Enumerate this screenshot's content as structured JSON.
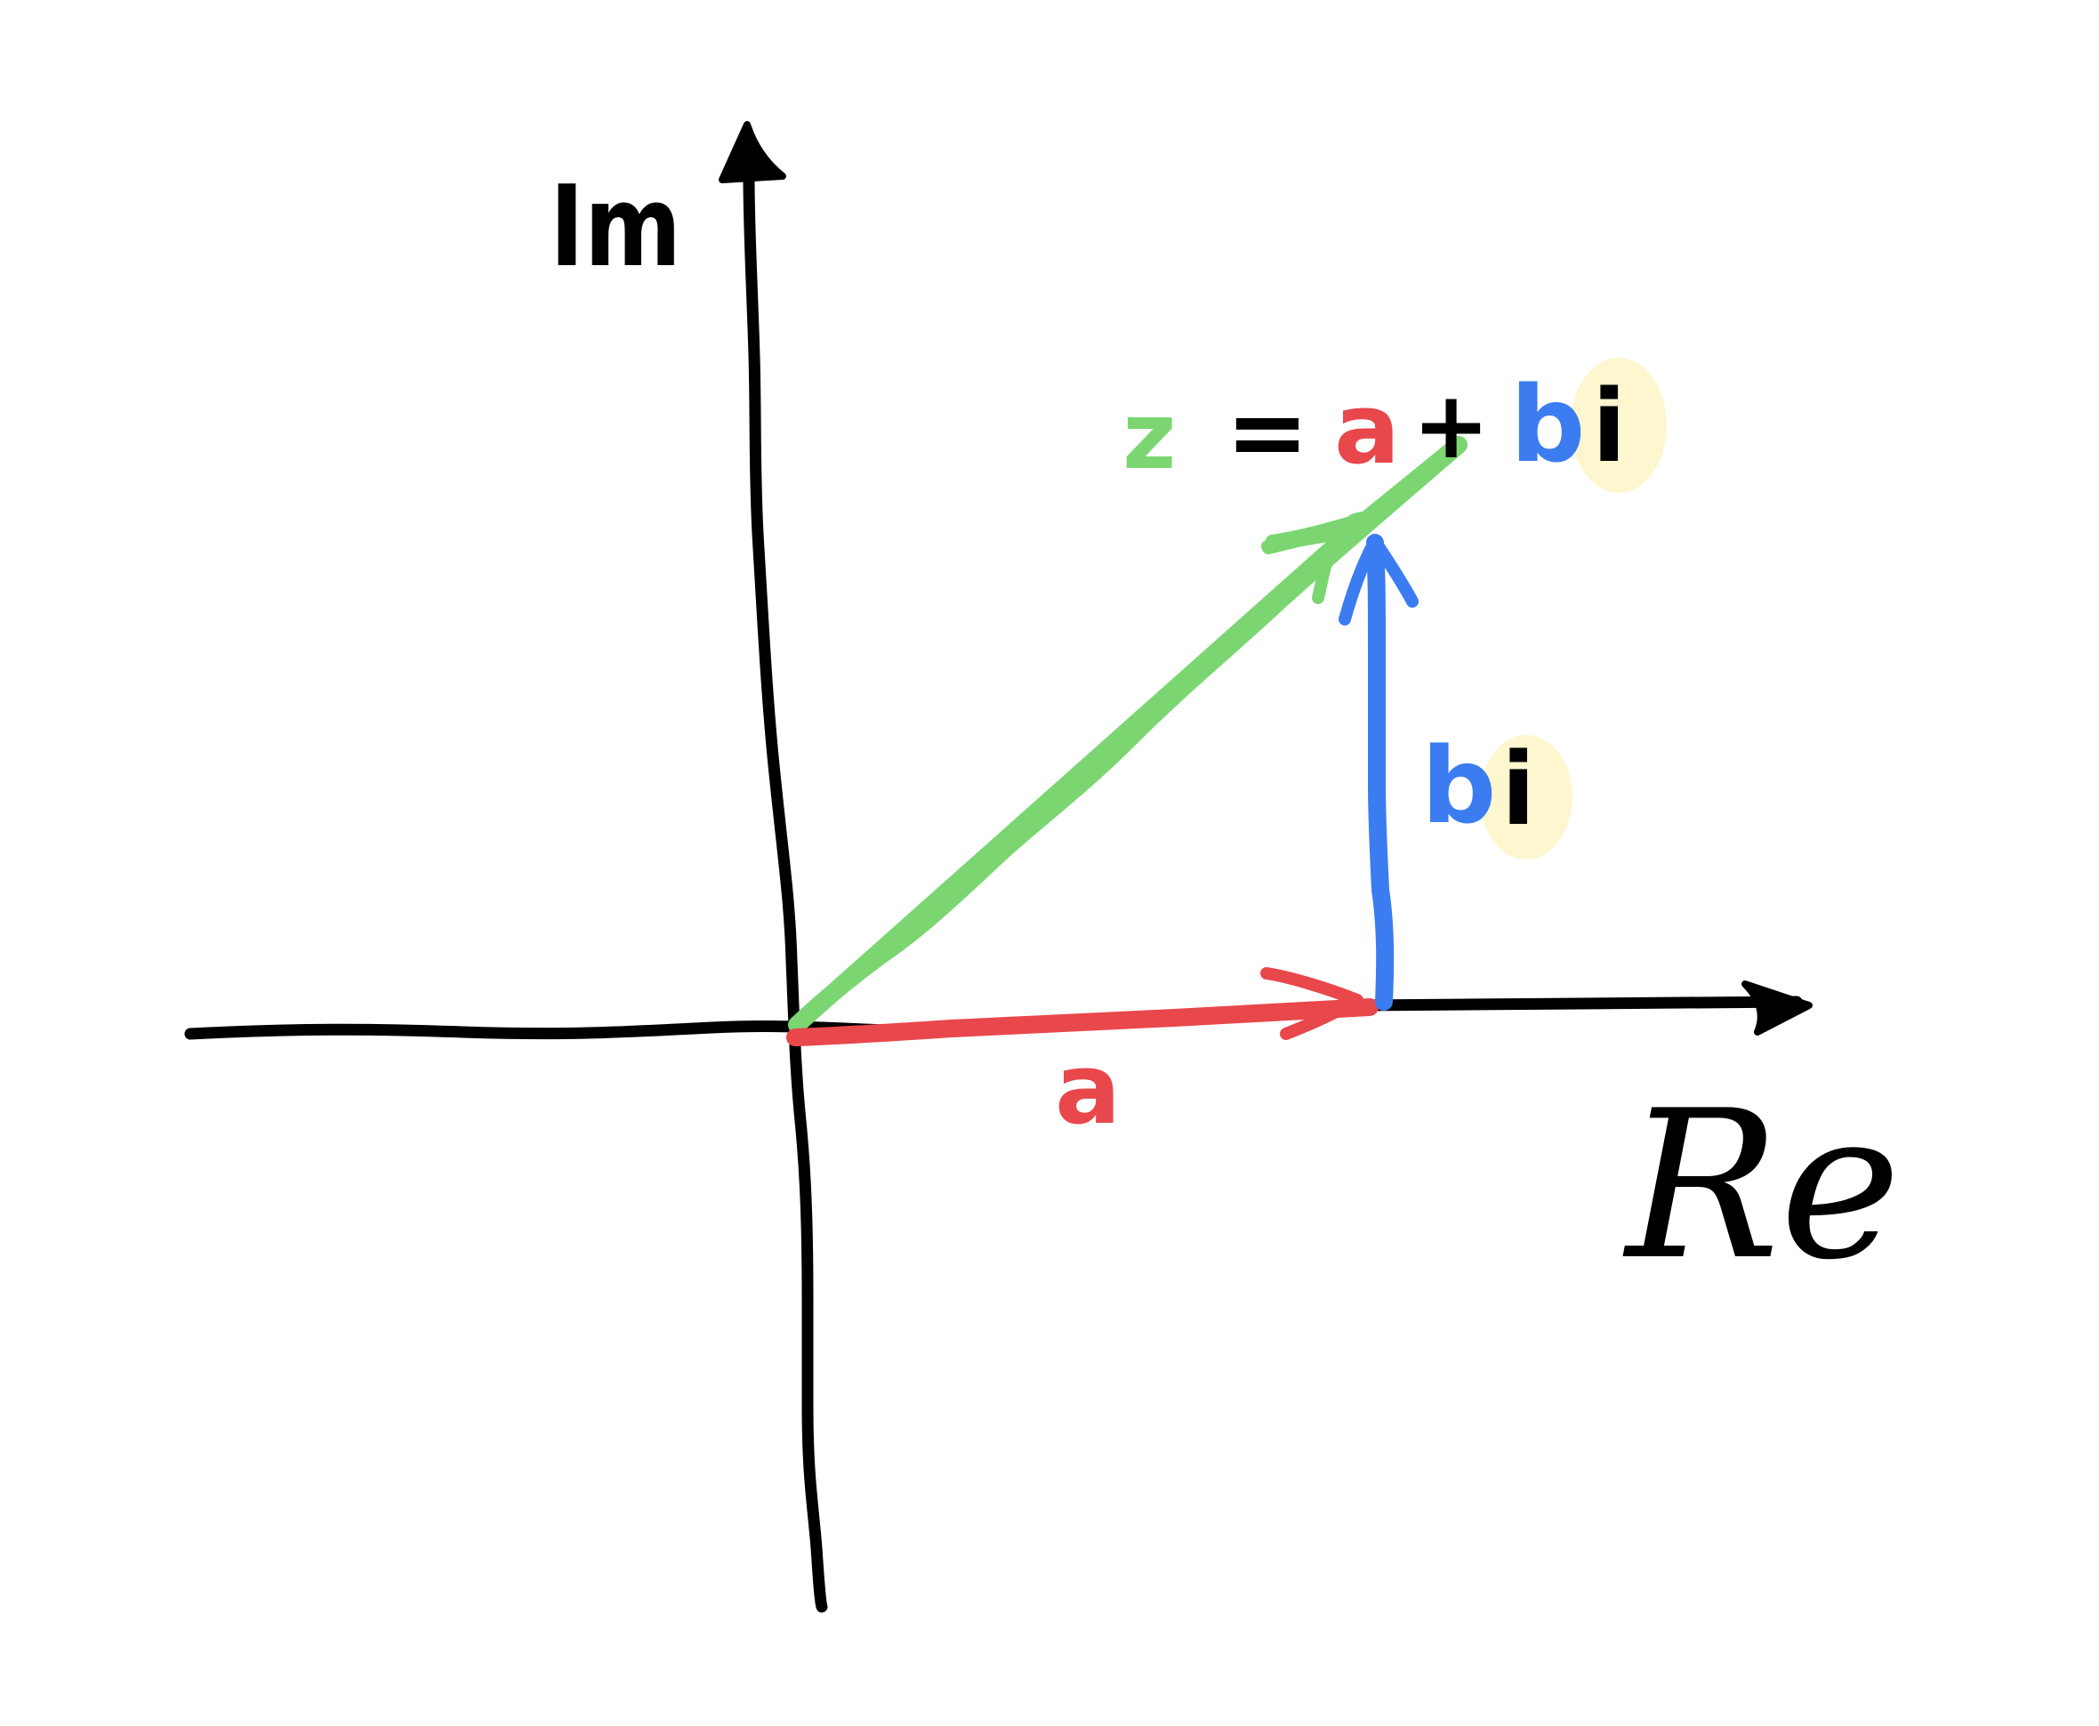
{
  "diagram": {
    "axes": {
      "imaginary_label": "Im",
      "real_label": "Re"
    },
    "vectors": {
      "real_part_label": "a",
      "imaginary_part_label_b": "b",
      "imaginary_part_label_i": "i"
    },
    "equation": {
      "z": "z",
      "equals": "=",
      "a": "a",
      "plus": "+",
      "b": "b",
      "i": "i"
    },
    "colors": {
      "axis": "#000000",
      "real_part": "#e8474c",
      "imaginary_part": "#3b7cf0",
      "complex_number": "#7bd672",
      "i_highlight": "#fdf6cf"
    }
  }
}
